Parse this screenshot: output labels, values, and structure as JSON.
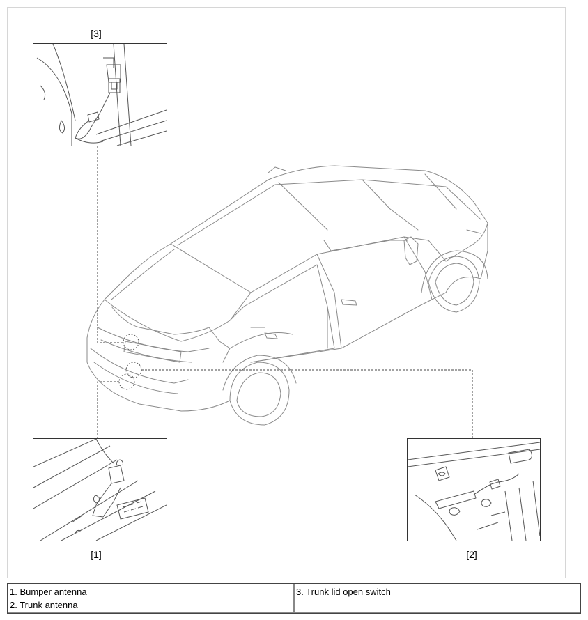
{
  "callouts": {
    "inset_top": "[3]",
    "inset_bottom_left": "[1]",
    "inset_bottom_right": "[2]"
  },
  "legend": {
    "col1": [
      "1. Bumper antenna",
      "2. Trunk antenna"
    ],
    "col2": [
      "3. Trunk lid open switch"
    ]
  },
  "colors": {
    "line": "#6e6e6e",
    "frame": "#333333"
  }
}
